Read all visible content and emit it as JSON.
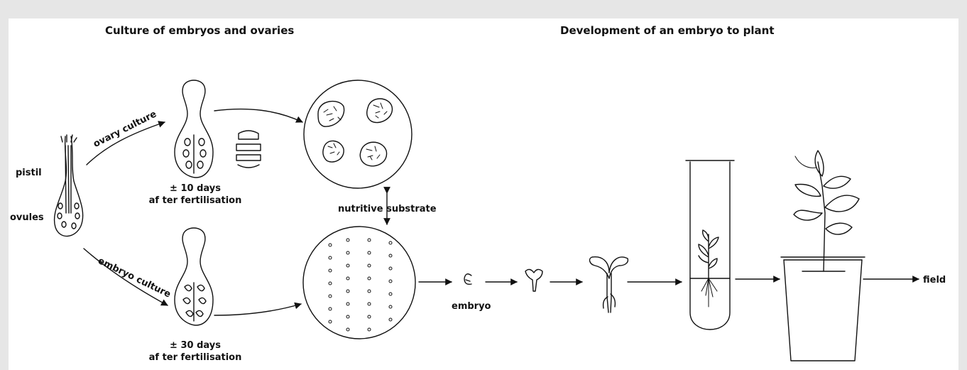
{
  "titles": {
    "left": "Culture of embryos and ovaries",
    "right": "Development of an embryo to plant"
  },
  "labels": {
    "pistil": "pistil",
    "ovules": "ovules",
    "ovary_culture": "ovary culture",
    "embryo_culture": "embryo culture",
    "days10_line1": "± 10 days",
    "days10_line2": "af ter fertilisation",
    "days30_line1": "± 30 days",
    "days30_line2": "af ter fertilisation",
    "nutritive_substrate": "nutritive substrate",
    "embryo": "embryo",
    "field": "field"
  },
  "colors": {
    "background": "#e6e6e6",
    "panel": "#ffffff",
    "ink": "#111111"
  }
}
